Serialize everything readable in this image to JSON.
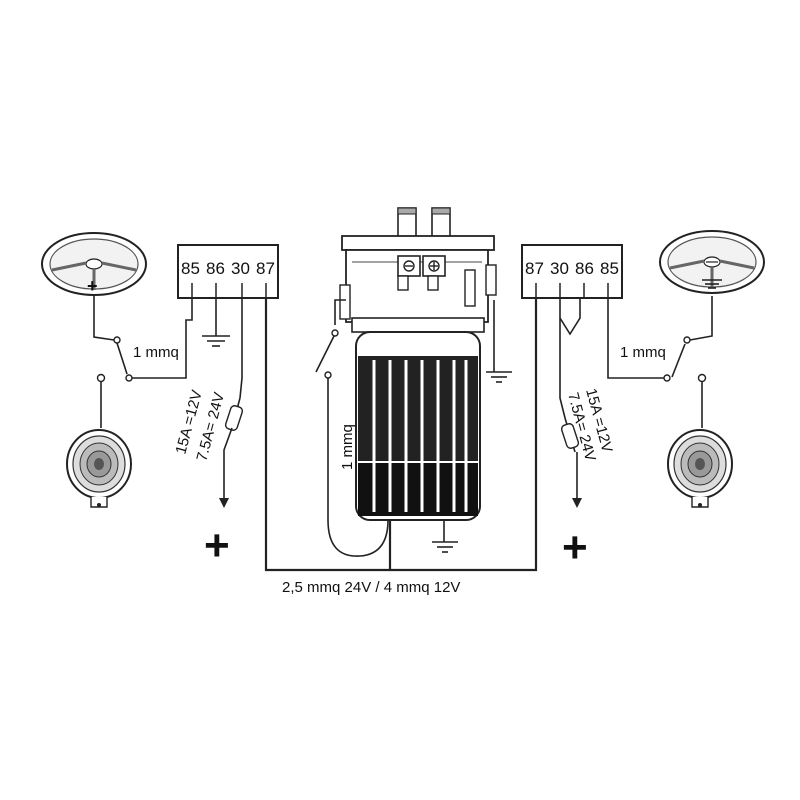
{
  "relay_left": {
    "pins": [
      "85",
      "86",
      "30",
      "87"
    ]
  },
  "relay_right": {
    "pins": [
      "87",
      "30",
      "86",
      "85"
    ]
  },
  "left": {
    "wire_label": "1 mmq",
    "fuse_line1": "15A =12V",
    "fuse_line2": "7.5A= 24V",
    "plus": "+",
    "wheel_symbol": "+"
  },
  "right": {
    "wire_label": "1 mmq",
    "fuse_line1": "15A =12V",
    "fuse_line2": "7.5A= 24V",
    "plus": "+"
  },
  "compressor": {
    "wire_label": "1 mmq"
  },
  "main_wire_label": "2,5 mmq 24V  / 4 mmq 12V",
  "colors": {
    "line": "#222222",
    "background": "#ffffff"
  }
}
